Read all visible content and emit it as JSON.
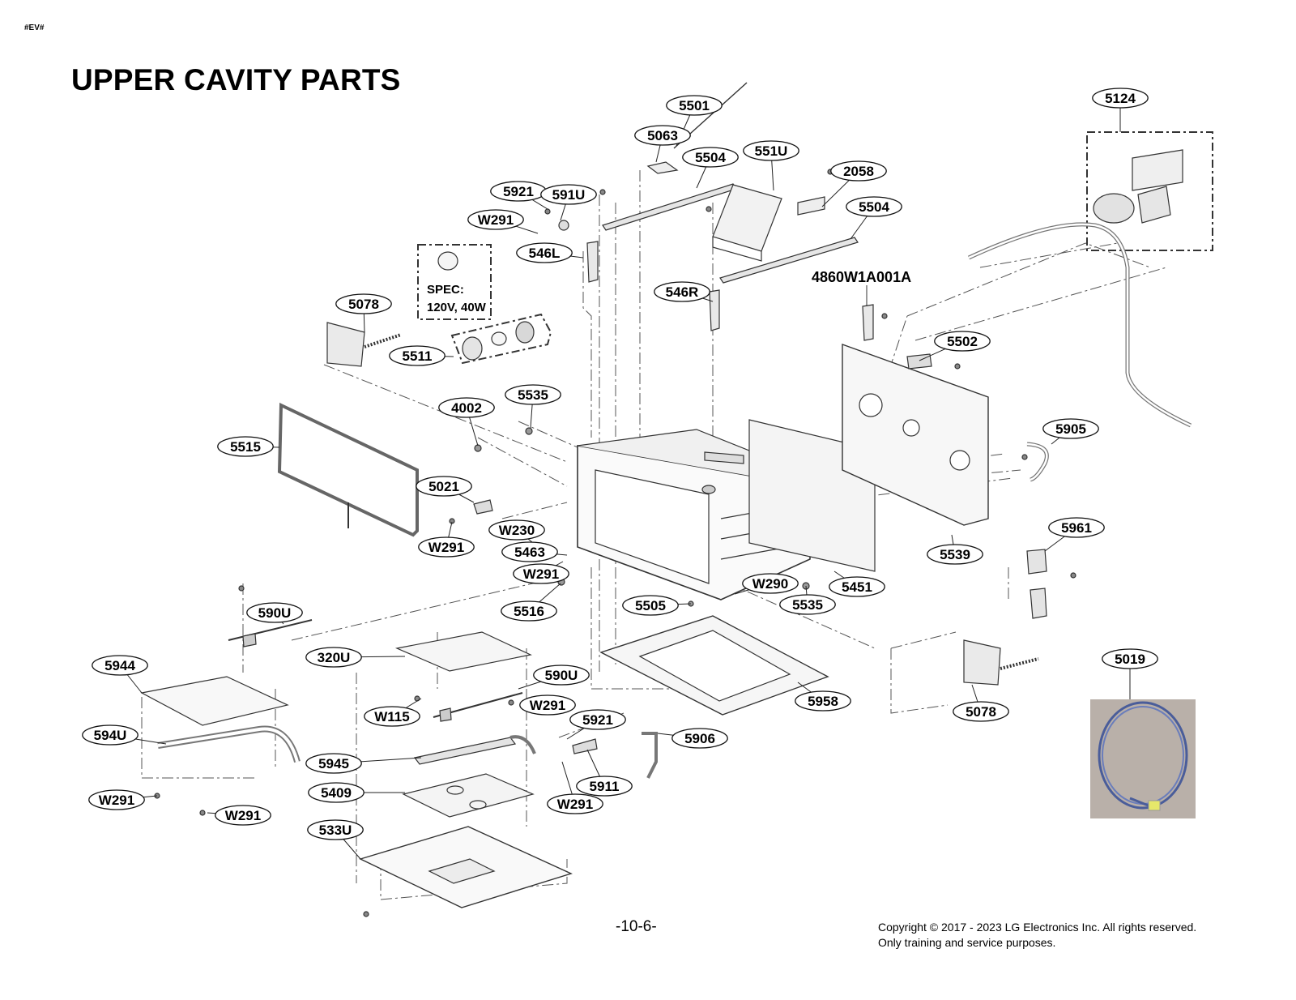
{
  "header": {
    "code_tag": "#EV#",
    "title": "UPPER CAVITY PARTS"
  },
  "footer": {
    "page_number": "-10-6-",
    "copyright_line1": "Copyright © 2017 - 2023 LG Electronics Inc. All rights reserved.",
    "copyright_line2": "Only training and service purposes."
  },
  "bulb_spec": {
    "line1": "SPEC:",
    "line2": "120V, 40W"
  },
  "unboxed_part_number": "4860W1A001A",
  "part_labels": [
    "5501",
    "5063",
    "5504",
    "551U",
    "2058",
    "5504",
    "5921",
    "591U",
    "W291",
    "546L",
    "546R",
    "5078",
    "5511",
    "5535",
    "4002",
    "5515",
    "5021",
    "W230",
    "W291",
    "5463",
    "W291",
    "5516",
    "W290",
    "5505",
    "5535",
    "5451",
    "5502",
    "5905",
    "5539",
    "5961",
    "5124",
    "590U",
    "5944",
    "320U",
    "590U",
    "W291",
    "W115",
    "5921",
    "5906",
    "594U",
    "5945",
    "5911",
    "W291",
    "5409",
    "W291",
    "W291",
    "533U",
    "5958",
    "5078",
    "5019"
  ]
}
